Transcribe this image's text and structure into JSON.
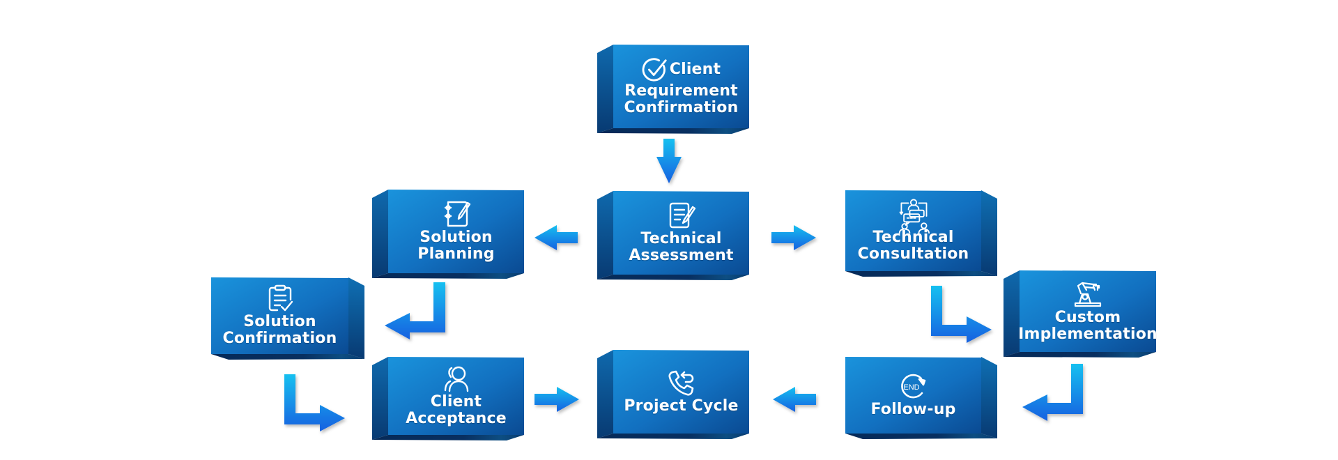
{
  "diagram": {
    "type": "flowchart",
    "colors": {
      "box_front_light": "#1a8fd9",
      "box_front_dark": "#0b4f99",
      "box_side": "#0a3f7d",
      "box_bottom": "#062e5e",
      "arrow_top": "#14c0f0",
      "arrow_bottom": "#1560e0",
      "text": "#ffffff"
    },
    "nodes": [
      {
        "id": "n1",
        "icon": "check-circle-icon",
        "lines": [
          "Client",
          "Requirement",
          "Confirmation"
        ]
      },
      {
        "id": "n2",
        "icon": "document-edit-icon",
        "lines": [
          "Technical",
          "Assessment"
        ]
      },
      {
        "id": "n3",
        "icon": "notebook-pen-icon",
        "lines": [
          "Solution",
          "Planning"
        ]
      },
      {
        "id": "n4",
        "icon": "clipboard-check-icon",
        "lines": [
          "Solution",
          "Confirmation"
        ]
      },
      {
        "id": "n5",
        "icon": "users-icon",
        "lines": [
          "Client",
          "Acceptance"
        ]
      },
      {
        "id": "n6",
        "icon": "phone-callback-icon",
        "lines": [
          "Project Cycle"
        ]
      },
      {
        "id": "n7",
        "icon": "meeting-discussion-icon",
        "lines": [
          "Technical",
          "Consultation"
        ]
      },
      {
        "id": "n8",
        "icon": "robot-arm-icon",
        "lines": [
          "Custom",
          "Implementation"
        ]
      },
      {
        "id": "n9",
        "icon": "end-cycle-icon",
        "icon_text": "END",
        "lines": [
          "Follow-up"
        ]
      }
    ],
    "edges": [
      {
        "from": "n1",
        "to": "n2",
        "direction": "down"
      },
      {
        "from": "n2",
        "to": "n3",
        "direction": "left"
      },
      {
        "from": "n3",
        "to": "n4",
        "direction": "down-left"
      },
      {
        "from": "n4",
        "to": "n5",
        "direction": "down-right"
      },
      {
        "from": "n5",
        "to": "n6",
        "direction": "right"
      },
      {
        "from": "n2",
        "to": "n7",
        "direction": "right"
      },
      {
        "from": "n7",
        "to": "n8",
        "direction": "down-right"
      },
      {
        "from": "n8",
        "to": "n9",
        "direction": "down-left"
      },
      {
        "from": "n9",
        "to": "n6",
        "direction": "left"
      }
    ]
  }
}
